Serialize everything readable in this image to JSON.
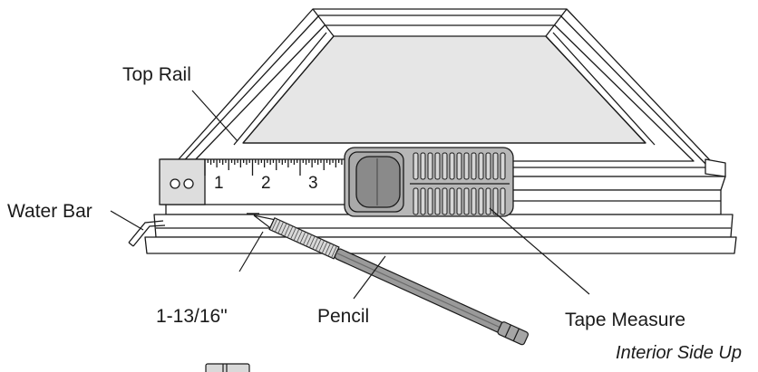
{
  "figure": {
    "labels": {
      "top_rail": "Top Rail",
      "water_bar": "Water Bar",
      "measurement": "1-13/16\"",
      "pencil": "Pencil",
      "tape_measure": "Tape Measure",
      "view_note": "Interior Side Up"
    },
    "tape_numbers": [
      "1",
      "2",
      "3"
    ]
  }
}
